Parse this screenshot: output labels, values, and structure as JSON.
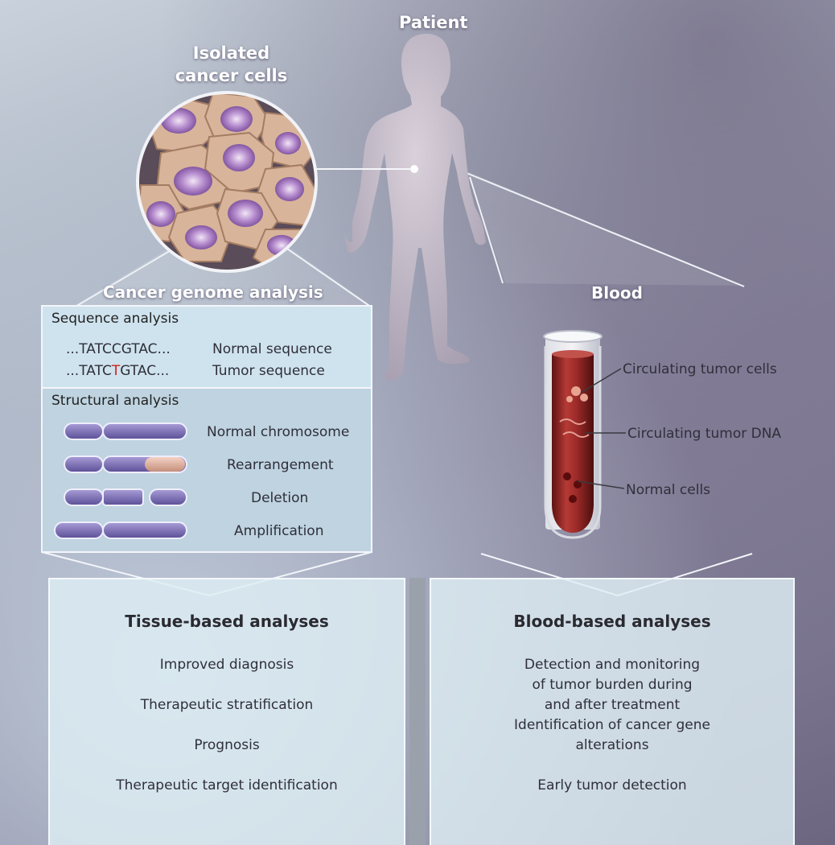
{
  "labels": {
    "patient": "Patient",
    "isolated_cells": "Isolated cancer cells",
    "cancer_genome": "Cancer genome analysis",
    "blood": "Blood"
  },
  "genome_box": {
    "sequence_heading": "Sequence analysis",
    "normal_seq": "...TATCCGTAC...",
    "normal_seq_label": "Normal sequence",
    "tumor_seq_prefix": "...TATC",
    "tumor_seq_mutation": "T",
    "tumor_seq_suffix": "GTAC...",
    "tumor_seq_label": "Tumor sequence",
    "structural_heading": "Structural analysis",
    "chromosomes": [
      "Normal chromosome",
      "Rearrangement",
      "Deletion",
      "Amplification"
    ]
  },
  "tube_labels": {
    "ctc": "Circulating tumor cells",
    "ctdna": "Circulating tumor DNA",
    "normal": "Normal cells"
  },
  "tissue_panel": {
    "title": "Tissue-based analyses",
    "items": [
      "Improved diagnosis",
      "Therapeutic stratification",
      "Prognosis",
      "Therapeutic target identification"
    ]
  },
  "blood_panel": {
    "title": "Blood-based analyses",
    "items": [
      "Detection and monitoring of tumor burden during and after treatment",
      "Identification of cancer gene alterations",
      "Early tumor detection"
    ]
  },
  "colors": {
    "mutation": "#d0201c",
    "chromosome": "#7f73b8",
    "rearranged": "#e3b7a6",
    "blood": "#8e1f1f"
  }
}
